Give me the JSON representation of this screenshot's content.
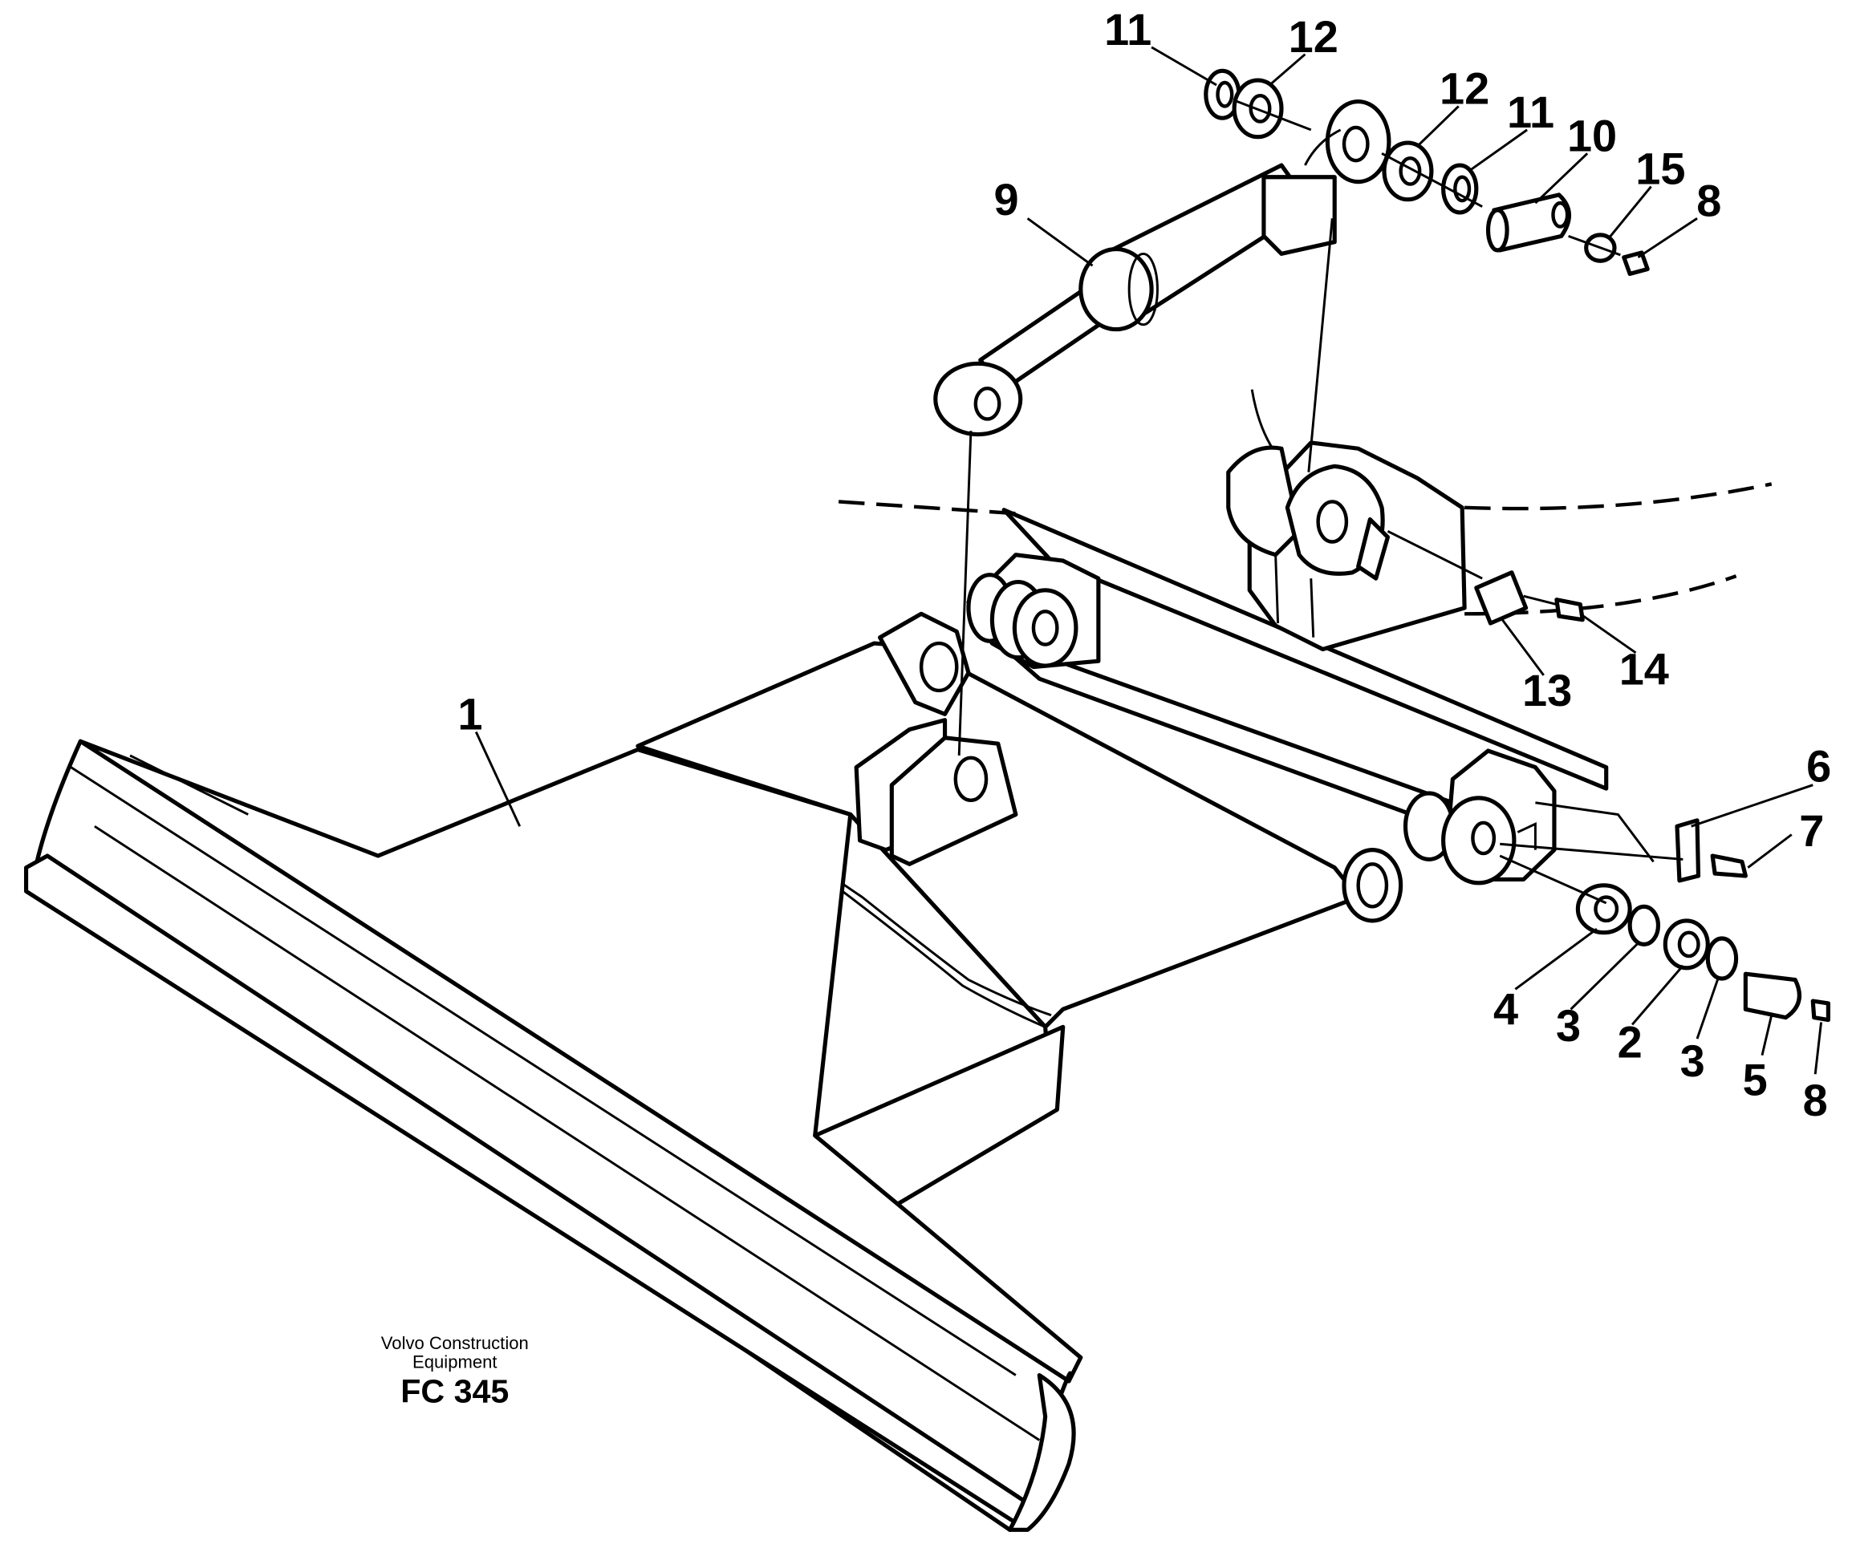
{
  "callouts": {
    "c1": "1",
    "c2": "2",
    "c3a": "3",
    "c3b": "3",
    "c4": "4",
    "c5": "5",
    "c6": "6",
    "c7": "7",
    "c8a": "8",
    "c8b": "8",
    "c9": "9",
    "c10": "10",
    "c11a": "11",
    "c11b": "11",
    "c12a": "12",
    "c12b": "12",
    "c13": "13",
    "c14": "14",
    "c15": "15"
  },
  "footer": {
    "company_line1": "Volvo Construction",
    "company_line2": "Equipment",
    "figure_code": "FC 345"
  }
}
